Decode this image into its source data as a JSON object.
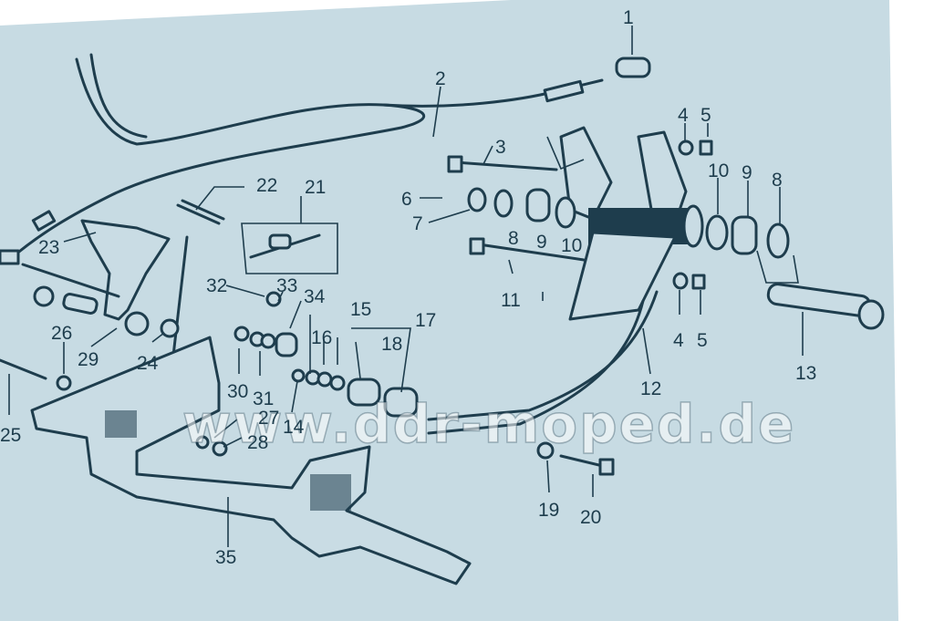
{
  "diagram": {
    "paper_color": "#c7dbe3",
    "ink_color": "#1e3d4d",
    "watermark": "www.ddr-moped.de",
    "callouts": [
      {
        "id": "c1",
        "label": "1"
      },
      {
        "id": "c2",
        "label": "2"
      },
      {
        "id": "c3",
        "label": "3"
      },
      {
        "id": "c4a",
        "label": "4"
      },
      {
        "id": "c5a",
        "label": "5"
      },
      {
        "id": "c6",
        "label": "6"
      },
      {
        "id": "c7",
        "label": "7"
      },
      {
        "id": "c8a",
        "label": "8"
      },
      {
        "id": "c9a",
        "label": "9"
      },
      {
        "id": "c10a",
        "label": "10"
      },
      {
        "id": "c10b",
        "label": "10"
      },
      {
        "id": "c9b",
        "label": "9"
      },
      {
        "id": "c8b",
        "label": "8"
      },
      {
        "id": "c11",
        "label": "11"
      },
      {
        "id": "c4b",
        "label": "4"
      },
      {
        "id": "c5b",
        "label": "5"
      },
      {
        "id": "c12",
        "label": "12"
      },
      {
        "id": "c13",
        "label": "13"
      },
      {
        "id": "c14",
        "label": "14"
      },
      {
        "id": "c15",
        "label": "15"
      },
      {
        "id": "c16",
        "label": "16"
      },
      {
        "id": "c17",
        "label": "17"
      },
      {
        "id": "c18",
        "label": "18"
      },
      {
        "id": "c19",
        "label": "19"
      },
      {
        "id": "c20",
        "label": "20"
      },
      {
        "id": "c21",
        "label": "21"
      },
      {
        "id": "c22",
        "label": "22"
      },
      {
        "id": "c23",
        "label": "23"
      },
      {
        "id": "c24",
        "label": "24"
      },
      {
        "id": "c25",
        "label": "25"
      },
      {
        "id": "c26",
        "label": "26"
      },
      {
        "id": "c27",
        "label": "27"
      },
      {
        "id": "c28",
        "label": "28"
      },
      {
        "id": "c29",
        "label": "29"
      },
      {
        "id": "c30",
        "label": "30"
      },
      {
        "id": "c31",
        "label": "31"
      },
      {
        "id": "c32",
        "label": "32"
      },
      {
        "id": "c33",
        "label": "33"
      },
      {
        "id": "c34",
        "label": "34"
      },
      {
        "id": "c35",
        "label": "35"
      }
    ]
  }
}
